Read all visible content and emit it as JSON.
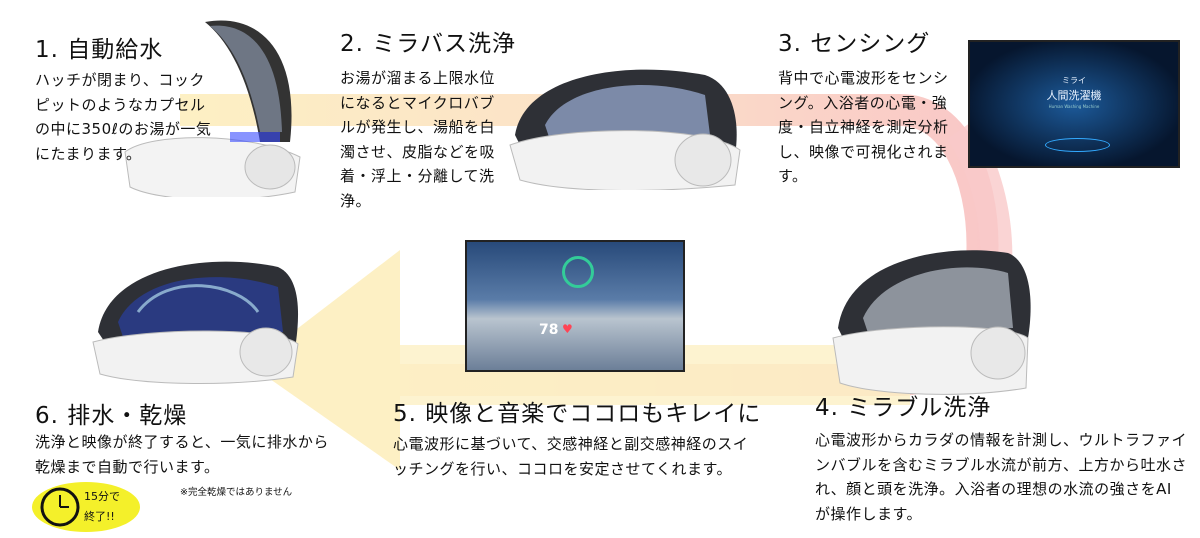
{
  "colors": {
    "flow_yellow": "#fdf0c4",
    "flow_pink": "#f9c9c9",
    "clock_bg": "#f4f02a"
  },
  "steps": [
    {
      "title": "1. 自動給水",
      "text": "ハッチが閉まり、コックピットのようなカプセルの中に350ℓのお湯が一気にたまります。"
    },
    {
      "title": "2. ミラバス洗浄",
      "text": "お湯が溜まる上限水位になるとマイクロバブルが発生し、湯船を白濁させ、皮脂などを吸着・浮上・分離して洗浄。"
    },
    {
      "title": "3. センシング",
      "text": "背中で心電波形をセンシング。入浴者の心電・強度・自立神経を測定分析し、映像で可視化されます。"
    },
    {
      "title": "4. ミラブル洗浄",
      "text": "心電波形からカラダの情報を計測し、ウルトラファインバブルを含むミラブル水流が前方、上方から吐水され、顔と頭を洗浄。入浴者の理想の水流の強さをAIが操作します。"
    },
    {
      "title": "5. 映像と音楽でココロもキレイに",
      "text": "心電波形に基づいて、交感神経と副交感神経のスイッチングを行い、ココロを安定させてくれます。"
    },
    {
      "title": "6. 排水・乾燥",
      "text": "洗浄と映像が終了すると、一気に排水から乾燥まで自動で行います。",
      "note": "※完全乾燥ではありません"
    }
  ],
  "clock_badge": {
    "icon": "clock-icon",
    "line1": "15分で",
    "line2": "終了!!"
  },
  "screen3_logo": {
    "line1": "ミライ",
    "line2": "人間洗濯機",
    "line3": "Human Washing Machine"
  },
  "screen5_readout": "78"
}
